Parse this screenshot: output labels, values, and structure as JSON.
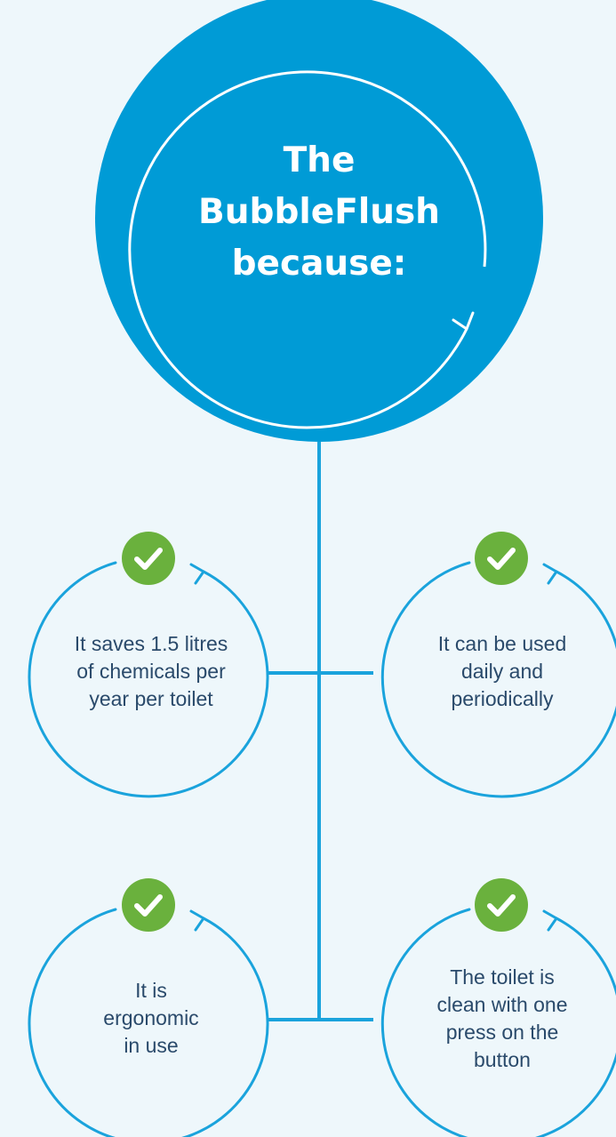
{
  "colors": {
    "background": "#eef7fb",
    "primary_blue": "#009bd6",
    "line_blue": "#1aa3dc",
    "check_green": "#6ab13d",
    "text_dark": "#2a4a6b"
  },
  "hero": {
    "title_lines": [
      "The",
      "BubbleFlush",
      "because:"
    ]
  },
  "benefits": [
    {
      "icon": "check-icon",
      "lines": [
        "It saves 1.5 litres",
        "of chemicals per",
        "year per toilet"
      ]
    },
    {
      "icon": "check-icon",
      "lines": [
        "It can be used",
        "daily and",
        "periodically"
      ]
    },
    {
      "icon": "check-icon",
      "lines": [
        "It is",
        "ergonomic",
        "in use"
      ]
    },
    {
      "icon": "check-icon",
      "lines": [
        "The toilet is",
        "clean with one",
        "press on the",
        "button"
      ]
    }
  ]
}
